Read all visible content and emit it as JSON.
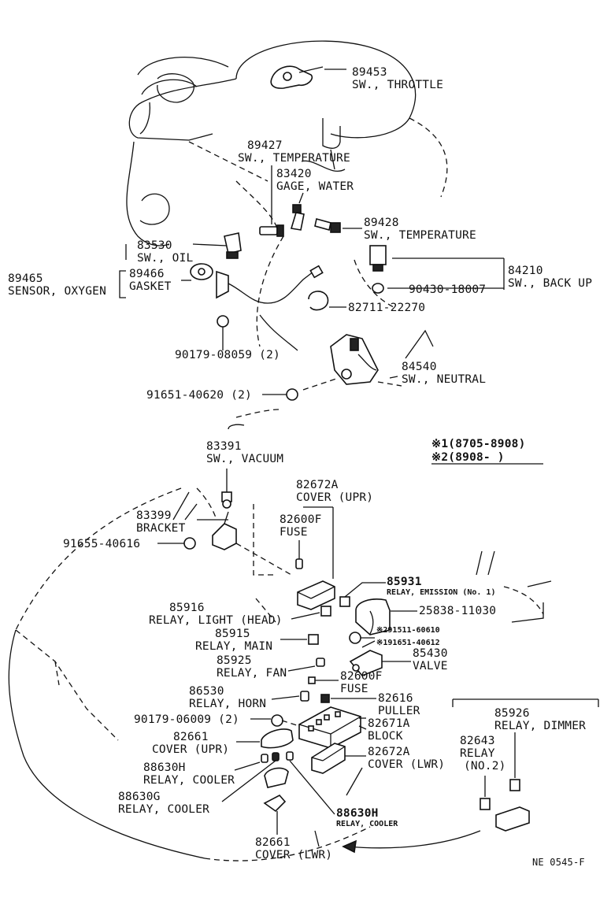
{
  "labels": {
    "p89453": {
      "num": "89453",
      "name": "SW., THROTTLE"
    },
    "p89427": {
      "num": "89427",
      "name": "SW., TEMPERATURE"
    },
    "p83420": {
      "num": "83420",
      "name": "GAGE, WATER"
    },
    "p89428": {
      "num": "89428",
      "name": "SW., TEMPERATURE"
    },
    "p83530": {
      "num": "83530",
      "name": "SW., OIL"
    },
    "p89465": {
      "num": "89465",
      "name": "SENSOR, OXYGEN"
    },
    "p89466": {
      "num": "89466",
      "name": "GASKET"
    },
    "p84210": {
      "num": "84210",
      "name": "SW., BACK UP"
    },
    "p90430": {
      "num": "90430-18007"
    },
    "p82711": {
      "num": "82711-22270"
    },
    "p90179a": {
      "num": "90179-08059 (2)"
    },
    "p84540": {
      "num": "84540",
      "name": "SW., NEUTRAL"
    },
    "p91651a": {
      "num": "91651-40620 (2)"
    },
    "note1": "※1(8705-8908)",
    "note2": "※2(8908-      )",
    "p83391": {
      "num": "83391",
      "name": "SW., VACUUM"
    },
    "p82672a": {
      "num": "82672A",
      "name": "COVER (UPR)"
    },
    "p82600a": {
      "num": "82600F",
      "name": "FUSE"
    },
    "p83399": {
      "num": "83399",
      "name": "BRACKET"
    },
    "p91655": {
      "num": "91655-40616"
    },
    "p85931": {
      "num": "85931",
      "name": "RELAY, EMISSION (No. 1)"
    },
    "p85916": {
      "num": "85916",
      "name": "RELAY, LIGHT (HEAD)"
    },
    "p25838": {
      "num": "25838-11030"
    },
    "p91511": {
      "num": "※291511-60610"
    },
    "p91651b": {
      "num": "※191651-40612"
    },
    "p85915": {
      "num": "85915",
      "name": "RELAY, MAIN"
    },
    "p85430": {
      "num": "85430",
      "name": "VALVE"
    },
    "p85925": {
      "num": "85925",
      "name": "RELAY, FAN"
    },
    "p82600b": {
      "num": "82600F",
      "name": "FUSE"
    },
    "p86530": {
      "num": "86530",
      "name": "RELAY, HORN"
    },
    "p82616": {
      "num": "82616",
      "name": "PULLER"
    },
    "p90179b": {
      "num": "90179-06009 (2)"
    },
    "p82671": {
      "num": "82671A",
      "name": "BLOCK"
    },
    "p82661a": {
      "num": "82661",
      "name": "COVER (UPR)"
    },
    "p82672b": {
      "num": "82672A",
      "name": "COVER (LWR)"
    },
    "p88630h": {
      "num": "88630H",
      "name": "RELAY, COOLER"
    },
    "p88630g": {
      "num": "88630G",
      "name": "RELAY, COOLER"
    },
    "p88630h2": {
      "num": "88630H",
      "name": "RELAY, COOLER"
    },
    "p82661b": {
      "num": "82661",
      "name": "COVER (LWR)"
    },
    "p85926": {
      "num": "85926",
      "name": "RELAY, DIMMER"
    },
    "p82643": {
      "num": "82643",
      "name": "RELAY",
      "sub": "(NO.2)"
    },
    "code": "NE 0545-F"
  }
}
